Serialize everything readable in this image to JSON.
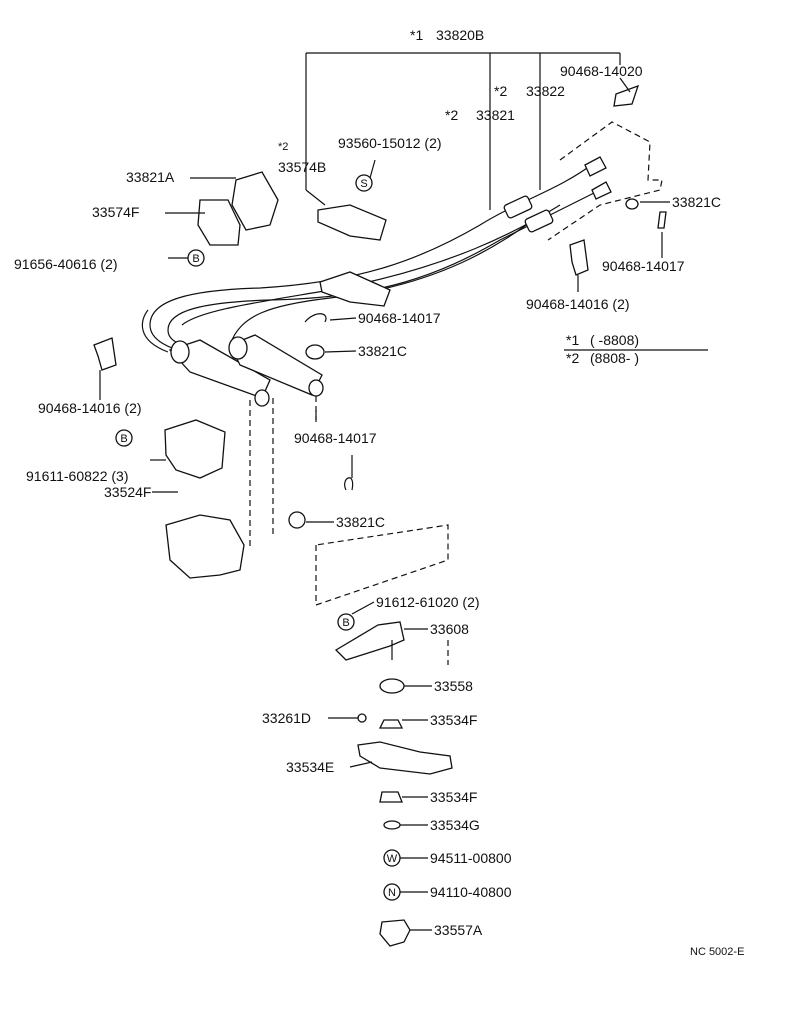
{
  "parts": {
    "p33820B": "33820B",
    "p33820B_mark": "*1",
    "p33822": "33822",
    "p33822_mark": "*2",
    "p33821": "33821",
    "p33821_mark": "*2",
    "p90468_14020": "90468-14020",
    "p33574B": "33574B",
    "p33574B_mark": "*2",
    "p93560": "93560-15012 (2)",
    "p33821A": "33821A",
    "p33574F": "33574F",
    "p91656": "91656-40616 (2)",
    "p33821C_a": "33821C",
    "p90468_14017_a": "90468-14017",
    "p90468_14016_a": "90468-14016 (2)",
    "p90468_14017_b": "90468-14017",
    "p33821C_b": "33821C",
    "p90468_14016_b": "90468-14016 (2)",
    "p90468_14017_c": "90468-14017",
    "p91611": "91611-60822 (3)",
    "p33524F": "33524F",
    "p33821C_c": "33821C",
    "p91612": "91612-61020 (2)",
    "p33608": "33608",
    "p33558": "33558",
    "p33261D": "33261D",
    "p33534F_a": "33534F",
    "p33534E": "33534E",
    "p33534F_b": "33534F",
    "p33534G": "33534G",
    "p94511": "94511-00800",
    "p94110": "94110-40800",
    "p33557A": "33557A"
  },
  "symbols": {
    "bolt": "B",
    "screw": "S",
    "washer": "W",
    "nut": "N"
  },
  "legend": {
    "row1_mark": "*1",
    "row1_text": "(      -8808)",
    "row2_mark": "*2",
    "row2_text": "(8808-      )"
  },
  "footer": {
    "code": "NC 5002-E"
  }
}
